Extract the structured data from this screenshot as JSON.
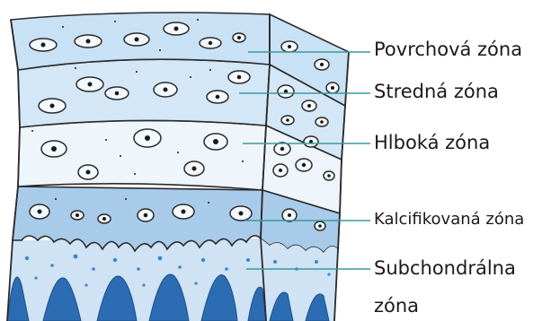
{
  "labels": {
    "surface": "Povrchová zóna",
    "middle": "Stredná zóna",
    "deep": "Hlboká zóna",
    "calcified": "Kalcifikovaná zóna",
    "subchondral_line1": "Subchondrálna",
    "subchondral_line2": "zóna"
  },
  "colors": {
    "surface_zone": "#c9e1f4",
    "middle_zone": "#d4e7f6",
    "deep_zone": "#eef5fb",
    "calcified_zone": "#a9cbea",
    "subchondral_zone": "#cfe3f4",
    "bone_peaks": "#2b6cb3",
    "outline": "#2a2a2a",
    "leader_line": "#3a9a9a"
  }
}
